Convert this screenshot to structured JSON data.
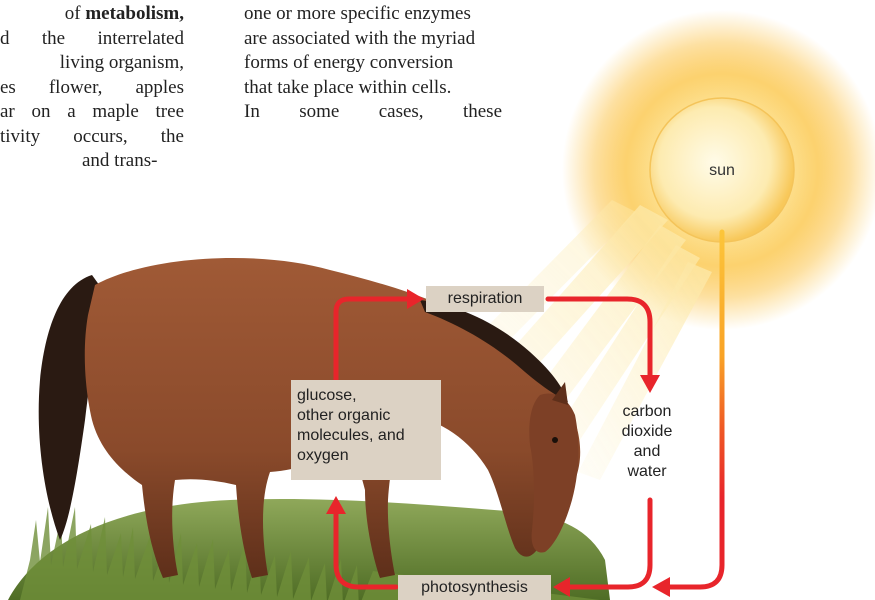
{
  "left_text": {
    "l1_pre": "of ",
    "l1_bold": "metabolism,",
    "l2": "d the interrelated",
    "l3": "living organism,",
    "l4": "es flower, apples",
    "l5": "ar on a maple tree",
    "l6": "tivity occurs, the",
    "l7": "and trans-"
  },
  "mid_text": {
    "l1": "one or more specific enzymes",
    "l2": "are associated with the myriad",
    "l3": "forms of energy conversion",
    "l4": "that take place within cells.",
    "l5": "In some cases, these"
  },
  "diagram": {
    "sun": "sun",
    "respiration": "respiration",
    "photosynthesis": "photosynthesis",
    "glucose_lines": [
      "glucose,",
      "other organic",
      "molecules, and",
      "oxygen"
    ],
    "co2_lines": [
      "carbon",
      "dioxide",
      "and",
      "water"
    ]
  },
  "colors": {
    "arrow": "#e8252b",
    "label_box": "#dcd2c4",
    "sun_core": "#fde9a0",
    "sun_glow": "#fbb82c",
    "horse": "#8a4a2b",
    "grass": "#6f8f3a"
  }
}
